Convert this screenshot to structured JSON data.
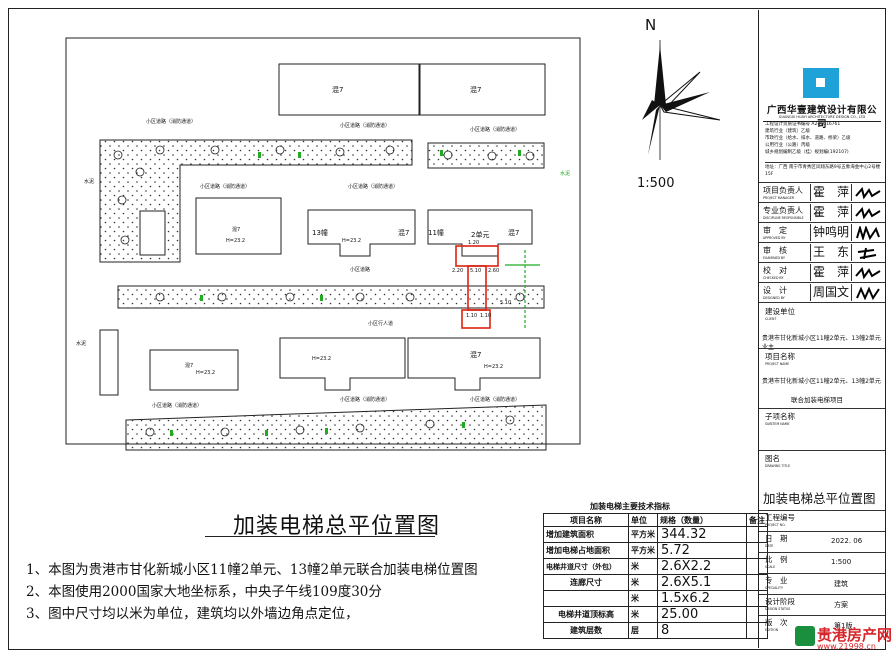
{
  "drawing": {
    "north": "N",
    "scale": "1:500",
    "title": "加装电梯总平位置图",
    "notes": [
      "1、本图为贵港市甘化新城小区11幢2单元、13幢2单元联合加装电梯位置图",
      "2、本图使用2000国家大地坐标系，中央子午线109度30分",
      "3、图中尺寸均以米为单位，建筑均以外墙边角点定位，"
    ],
    "site_labels": {
      "b1": "混7",
      "b2": "混7",
      "b3": "混7",
      "b3h": "H=23.2",
      "b4": "混7",
      "b4h": "H=23.2",
      "b5": "混7",
      "b5h": "H=23.2",
      "b6": "混7",
      "b6h": "H=23.2",
      "b7": "混7",
      "b7h": "H=23.2",
      "b8": "混7",
      "unit11": "11幢",
      "unit2": "2单元",
      "unit13": "13幢",
      "road": "小区道路（消防通道）",
      "road_short": "小区道路",
      "lobby": "小区行人道",
      "dim1": "1.20",
      "dim2": "2.20",
      "dim3": "5.10",
      "dim4": "2.60",
      "dim5": "1.10",
      "dim6": "5.10",
      "dim7": "1.10",
      "side1": "水泥",
      "side2": "水泥",
      "side3": "水泥",
      "main_road": "小区道路（消防通道）"
    }
  },
  "tech_table": {
    "title": "加装电梯主要技术指标",
    "headers": [
      "项目名称",
      "单位",
      "规格（数量）",
      "备注"
    ],
    "rows": [
      {
        "name": "增加建筑面积",
        "unit": "平方米",
        "value": "344.32"
      },
      {
        "name": "增加电梯占地面积",
        "unit": "平方米",
        "value": "5.72"
      },
      {
        "name": "电梯井道尺寸（外包）",
        "unit": "米",
        "value": "2.6X2.2"
      },
      {
        "name": "连廊尺寸",
        "unit": "米",
        "value": "2.6X5.1"
      },
      {
        "name": "",
        "unit": "米",
        "value": "1.5x6.2"
      },
      {
        "name": "电梯井道顶标高",
        "unit": "米",
        "value": "25.00"
      },
      {
        "name": "建筑层数",
        "unit": "层",
        "value": "8"
      }
    ]
  },
  "title_block": {
    "company": "广西华壹建筑设计有限公司",
    "company_en": "GUANGXI HUAYI ARCHITECTURE DESIGN CO., LTD",
    "license_lines": [
      "工程设计资质证书编号 A245016761",
      "建筑行业（建筑）乙级",
      "市政行业（给水、排水、道路、桥梁）乙级",
      "公用行业（公路）丙级",
      "城乡规划编制乙级（桂）规划编(192107)"
    ],
    "address": "地址：广西 南宁市青秀区凤翔东路9号五象海金中心2号楼15F",
    "roles": [
      {
        "role": "项目负责人",
        "en": "PROJECT MANAGER",
        "name": "霍　萍"
      },
      {
        "role": "专业负责人",
        "en": "DISCIPLINE RESPONSIBLE",
        "name": "霍　萍"
      },
      {
        "role": "审　定",
        "en": "APPROVED BY",
        "name": "钟鸣明"
      },
      {
        "role": "审　核",
        "en": "EXAMINED BY",
        "name": "王　东"
      },
      {
        "role": "校　对",
        "en": "CHECKED BY",
        "name": "霍　萍"
      },
      {
        "role": "设　计",
        "en": "DESIGNED BY",
        "name": "周国文"
      }
    ],
    "client_label": "建设单位",
    "client_en": "CLIENT",
    "client_value": "贵港市甘化新城小区11幢2单元、13幢2单元业主",
    "project_label": "项目名称",
    "project_en": "PROJECT NAME",
    "project_value1": "贵港市甘化新城小区11幢2单元、13幢2单元",
    "project_value2": "联合加装电梯项目",
    "subproject_label": "子项名称",
    "subproject_en": "SUBITEM NAME",
    "drawing_label": "图名",
    "drawing_en": "DRAWING TITLE",
    "drawing_title": "加装电梯总平位置图",
    "fields": [
      {
        "label": "工程编号",
        "en": "PROJECT NO.",
        "value": ""
      },
      {
        "label": "日　期",
        "en": "DATE",
        "value": "2022. 06"
      },
      {
        "label": "比　例",
        "en": "SCALE",
        "value": "1:500"
      },
      {
        "label": "专　业",
        "en": "SPECIALITY",
        "value": "建筑"
      },
      {
        "label": "设计阶段",
        "en": "DESIGN STATUS",
        "value": "方案"
      },
      {
        "label": "版　次",
        "en": "EDITION",
        "value": "第1版"
      }
    ]
  },
  "watermark": {
    "name": "贵港房产网",
    "url": "www.21998.cn"
  }
}
